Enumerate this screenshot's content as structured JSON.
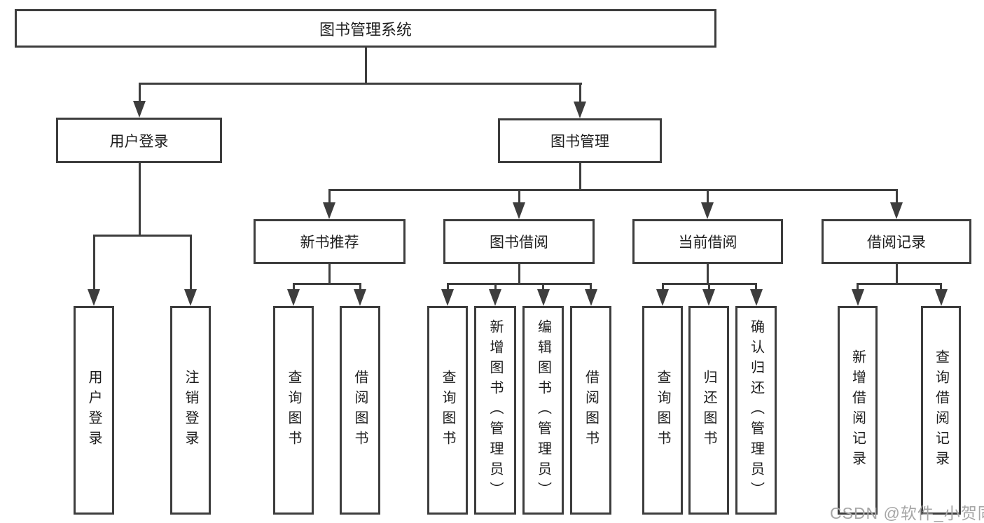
{
  "diagram": {
    "title": "图书管理系统",
    "root": {
      "label": "图书管理系统"
    },
    "level2": [
      {
        "id": "user-login",
        "label": "用户登录"
      },
      {
        "id": "book-management",
        "label": "图书管理"
      }
    ],
    "level3": [
      {
        "id": "new-book-recommendation",
        "label": "新书推荐"
      },
      {
        "id": "book-borrowing",
        "label": "图书借阅"
      },
      {
        "id": "current-borrowing",
        "label": "当前借阅"
      },
      {
        "id": "borrowing-records",
        "label": "借阅记录"
      }
    ],
    "leaves": [
      {
        "id": "user-login-leaf",
        "label": "用户登录",
        "parent": "user-login"
      },
      {
        "id": "logout",
        "label": "注销登录",
        "parent": "user-login"
      },
      {
        "id": "query-books-recommend",
        "label": "查询图书",
        "parent": "new-book-recommendation"
      },
      {
        "id": "borrow-books-recommend",
        "label": "借阅图书",
        "parent": "new-book-recommendation"
      },
      {
        "id": "query-books-borrowing",
        "label": "查询图书",
        "parent": "book-borrowing"
      },
      {
        "id": "add-books-admin",
        "label": "新增图书（管理员）",
        "parent": "book-borrowing"
      },
      {
        "id": "edit-books-admin",
        "label": "编辑图书（管理员）",
        "parent": "book-borrowing"
      },
      {
        "id": "borrow-books-borrowing",
        "label": "借阅图书",
        "parent": "book-borrowing"
      },
      {
        "id": "query-books-current",
        "label": "查询图书",
        "parent": "current-borrowing"
      },
      {
        "id": "return-books",
        "label": "归还图书",
        "parent": "current-borrowing"
      },
      {
        "id": "confirm-return-admin",
        "label": "确认归还（管理员）",
        "parent": "current-borrowing"
      },
      {
        "id": "add-borrow-record",
        "label": "新增借阅记录",
        "parent": "borrowing-records"
      },
      {
        "id": "query-borrow-record",
        "label": "查询借阅记录",
        "parent": "borrowing-records"
      }
    ]
  },
  "watermark": {
    "text": "CSDN @软件_小贺同学"
  },
  "colors": {
    "line": "#3d3d3d",
    "text": "#1e1e1e",
    "watermark": "#a6a6a6",
    "background": "#ffffff"
  }
}
